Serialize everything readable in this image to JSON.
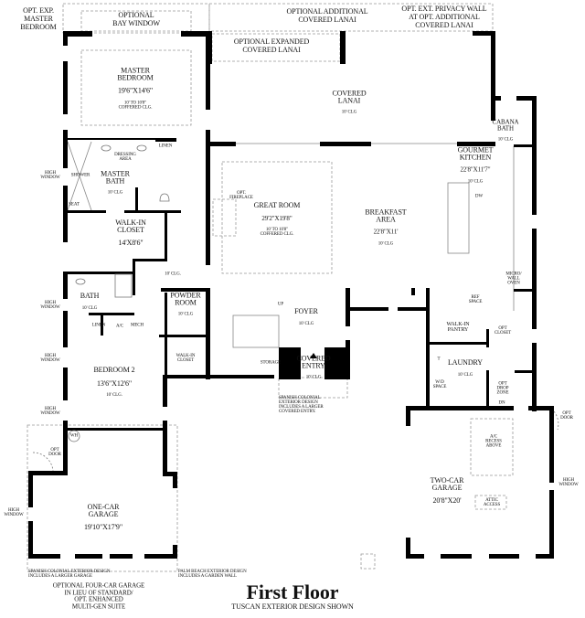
{
  "title": "First Floor",
  "subtitle": "TUSCAN EXTERIOR DESIGN SHOWN",
  "options": {
    "opt_exp_master": "OPT. EXP.\nMASTER\nBEDROOM",
    "bay_window": "OPTIONAL\nBAY WINDOW",
    "additional_lanai": "OPTIONAL ADDITIONAL\nCOVERED LANAI",
    "privacy_wall": "OPT. EXT. PRIVACY WALL\nAT OPT. ADDITIONAL\nCOVERED LANAI",
    "expanded_lanai": "OPTIONAL EXPANDED\nCOVERED LANAI",
    "four_car_garage": "OPTIONAL FOUR-CAR GARAGE\nIN LIEU OF STANDARD/\nOPT. ENHANCED\nMULTI-GEN SUITE"
  },
  "rooms": {
    "master_bedroom": {
      "name": "MASTER\nBEDROOM",
      "dims": "19'6\"X14'6\"",
      "clg": "10' TO 10'8\"\nCOFFERED CLG."
    },
    "covered_lanai": {
      "name": "COVERED\nLANAI",
      "clg": "10' CLG"
    },
    "cabana_bath": {
      "name": "CABANA\nBATH",
      "clg": "10' CLG"
    },
    "master_bath": {
      "name": "MASTER\nBATH",
      "clg": "10' CLG"
    },
    "great_room": {
      "name": "GREAT ROOM",
      "dims": "29'2\"X19'8\"",
      "clg": "10' TO 10'8\"\nCOFFERED CLG."
    },
    "breakfast_area": {
      "name": "BREAKFAST\nAREA",
      "dims": "22'8\"X11'",
      "clg": "10' CLG"
    },
    "gourmet_kitchen": {
      "name": "GOURMET\nKITCHEN",
      "dims": "22'8\"X11'7\"",
      "clg": "10' CLG"
    },
    "walk_in_closet_master": {
      "name": "WALK-IN\nCLOSET",
      "dims": "14'X8'6\""
    },
    "bath": {
      "name": "BATH",
      "clg": "10' CLG"
    },
    "powder_room": {
      "name": "POWDER\nROOM",
      "clg": "10' CLG"
    },
    "foyer": {
      "name": "FOYER",
      "clg": "10' CLG"
    },
    "walk_in_pantry": {
      "name": "WALK-IN\nPANTRY"
    },
    "covered_entry": {
      "name": "COVERED\nENTRY",
      "clg": "10' CLG"
    },
    "laundry": {
      "name": "LAUNDRY",
      "clg": "10' CLG"
    },
    "bedroom_2": {
      "name": "BEDROOM 2",
      "dims": "13'6\"X12'6\"",
      "clg": "10' CLG."
    },
    "two_car_garage": {
      "name": "TWO-CAR\nGARAGE",
      "dims": "20'8\"X20'"
    },
    "one_car_garage": {
      "name": "ONE-CAR\nGARAGE",
      "dims": "19'10\"X17'9\""
    }
  },
  "small_labels": {
    "linen_1": "LINEN",
    "dressing_area": "DRESSING\nAREA",
    "shower": "SHOWER",
    "seat": "SEAT",
    "high_window_1": "HIGH\nWINDOW",
    "high_window_2": "HIGH\nWINDOW",
    "high_window_3": "HIGH\nWINDOW",
    "high_window_4": "HIGH\nWINDOW",
    "high_window_5": "HIGH\nWINDOW",
    "high_window_6": "HIGH\nWINDOW",
    "opt_fireplace": "OPT.\nFIREPLACE",
    "dw": "DW",
    "hall_clg": "10' CLG.",
    "micro_wall_oven": "MICRO/\nWALL\nOVEN",
    "ref_space": "REF\nSPACE",
    "up": "UP",
    "linen_2": "LINEN",
    "ac": "A/C",
    "mech": "MECH",
    "opt_closet": "OPT\nCLOSET",
    "walk_in_closet_2": "WALK-IN\nCLOSET",
    "storage": "STORAGE",
    "t": "T",
    "wd_space": "W/D\nSPACE",
    "opt_drop_zone": "OPT\nDROP\nZONE",
    "dn": "DN",
    "wh": "WH",
    "opt_door_1": "OPT\nDOOR",
    "opt_door_2": "OPT\nDOOR",
    "ac_recess": "A/C\nRECESS\nABOVE",
    "attic_access": "ATTIC\nACCESS"
  },
  "notes": {
    "spanish_entry": "SPANISH COLONIAL\nEXTERIOR DESIGN\nINCLUDES A LARGER\nCOVERED ENTRY.",
    "spanish_garage": "SPANISH COLONIAL EXTERIOR DESIGN\nINCLUDES A LARGER GARAGE",
    "palm_beach": "PALM BEACH EXTERIOR DESIGN\nINCLUDES A GARDEN WALL"
  }
}
